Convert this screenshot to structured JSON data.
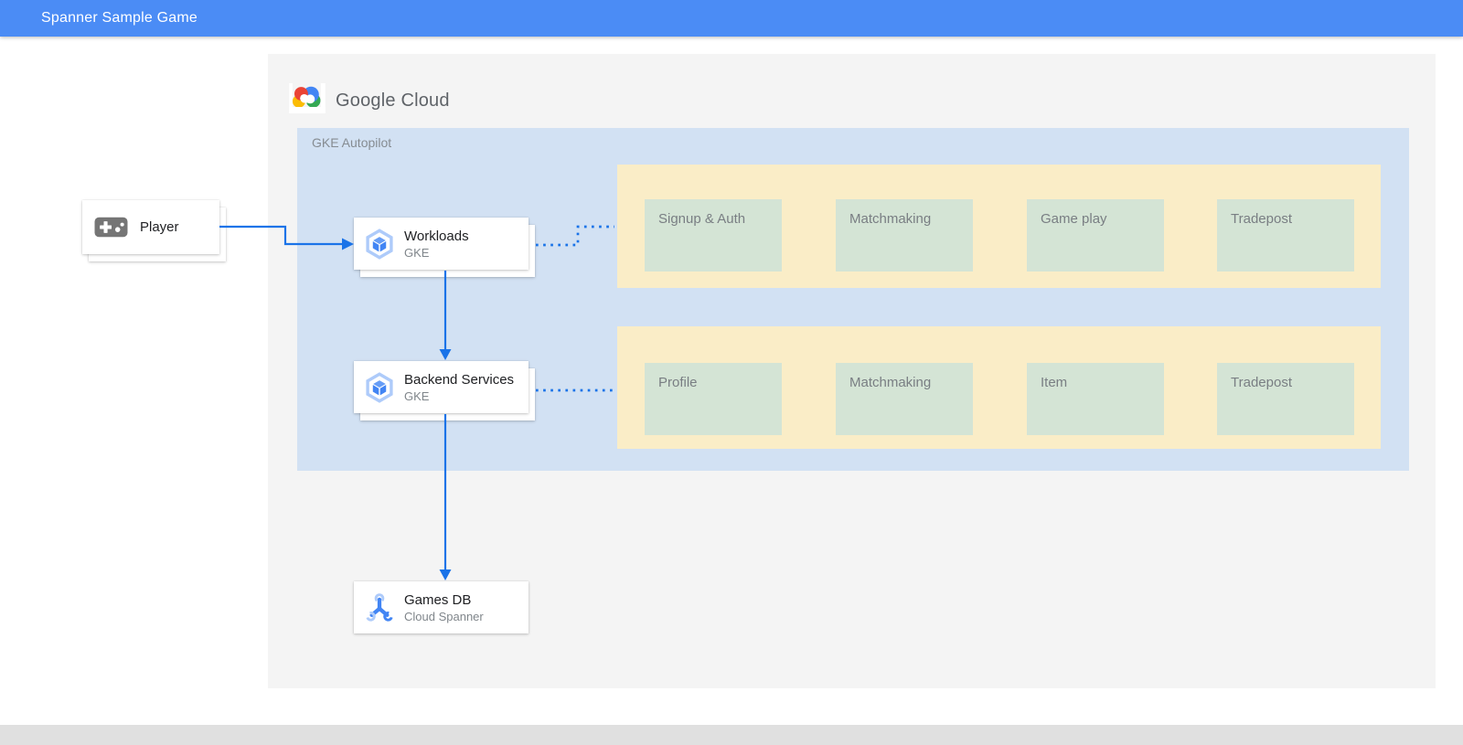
{
  "header": {
    "title": "Spanner Sample Game"
  },
  "diagram": {
    "brand": {
      "name": "Google Cloud"
    },
    "gke_container": {
      "label": "GKE Autopilot"
    },
    "nodes": {
      "player": {
        "label": "Player",
        "icon": "gamepad-icon"
      },
      "workloads": {
        "title": "Workloads",
        "subtitle": "GKE",
        "icon": "gke-hexagon-icon"
      },
      "backend_services": {
        "title": "Backend Services",
        "subtitle": "GKE",
        "icon": "gke-hexagon-icon"
      },
      "games_db": {
        "title": "Games DB",
        "subtitle": "Cloud Spanner",
        "icon": "cloud-spanner-icon"
      }
    },
    "service_rows": [
      {
        "services": [
          "Signup & Auth",
          "Matchmaking",
          "Game play",
          "Tradepost"
        ]
      },
      {
        "services": [
          "Profile",
          "Matchmaking",
          "Item",
          "Tradepost"
        ]
      }
    ],
    "connections": [
      "player -> workloads (solid arrow)",
      "workloads -> backend_services (solid arrow)",
      "backend_services -> games_db (solid arrow)",
      "workloads -> service_row_1 (dotted)",
      "backend_services -> service_row_2 (dotted)"
    ],
    "colors": {
      "header_bg": "#4b8cf5",
      "panel_bg": "#f4f4f4",
      "gke_box_bg": "#d2e1f3",
      "service_group_bg": "#faedc7",
      "service_bg": "#d4e4d5",
      "arrow_blue": "#1a73e8",
      "title_text": "#202124",
      "muted_text": "#80868b",
      "google_blue": "#4285f4",
      "google_red": "#ea4335",
      "google_yellow": "#fbbc05",
      "google_green": "#34a853",
      "footer_bar": "#e0e0e0"
    }
  }
}
